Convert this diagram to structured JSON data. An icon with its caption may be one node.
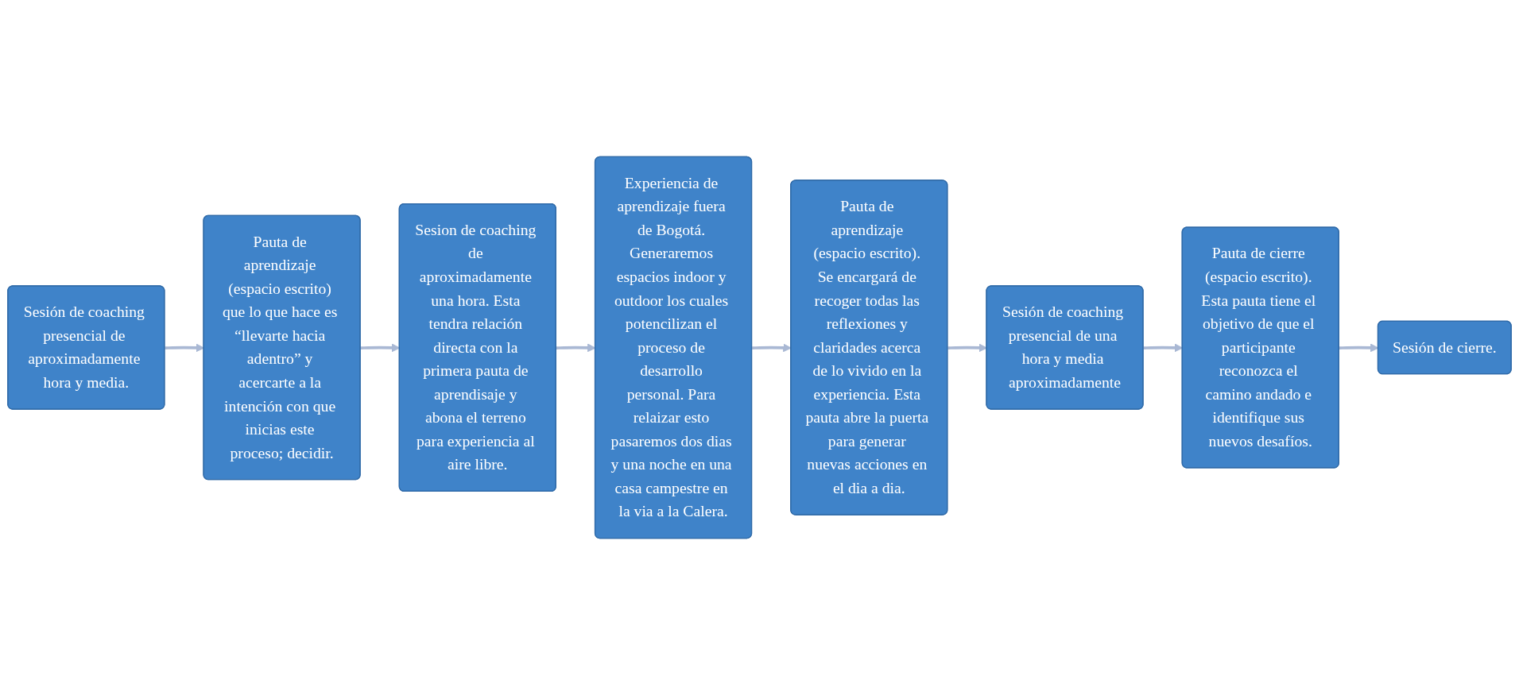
{
  "diagram": {
    "nodes": [
      {
        "text": [
          "Sesión de coaching presencial de aproximadamente hora y media."
        ]
      },
      {
        "text": [
          "Pauta de aprendizaje (espacio escrito) que lo que hace es “llevarte hacia adentro” y acercarte a la intención con que inicias este proceso; decidir."
        ]
      },
      {
        "text": [
          "Sesion de coaching de aproximadamente una hora. Esta tendra relación directa con la primera pauta de aprendisaje y abona el terreno para experiencia al aire libre."
        ]
      },
      {
        "text": [
          "Experiencia de aprendizaje fuera de Bogotá. Generaremos espacios indoor y outdoor los cuales potencilizan el proceso de desarrollo personal. Para relaizar esto pasaremos dos dias y una noche en una casa campestre en la via a la Calera."
        ]
      },
      {
        "text": [
          "Pauta de aprendizaje (espacio escrito). Se encargará de recoger todas las reflexiones y claridades acerca de lo vivido en la experiencia. Esta pauta abre la puerta para generar nuevas acciones en el dia a dia."
        ]
      },
      {
        "text": [
          "Sesión de coaching presencial de una hora y media aproximadamente"
        ]
      },
      {
        "text": [
          "Pauta de cierre (espacio escrito). Esta pauta tiene el objetivo de que el participante reconozca el camino andado e identifique sus nuevos desafíos."
        ]
      },
      {
        "text": [
          "Sesión de cierre."
        ]
      }
    ],
    "edges": [
      {
        "from": 0,
        "to": 1,
        "arrow": "to"
      },
      {
        "from": 1,
        "to": 2,
        "arrow": "to"
      },
      {
        "from": 2,
        "to": 3,
        "arrow": "to"
      },
      {
        "from": 3,
        "to": 4,
        "arrow": "to"
      },
      {
        "from": 4,
        "to": 5,
        "arrow": "to"
      },
      {
        "from": 5,
        "to": 6,
        "arrow": "to"
      },
      {
        "from": 6,
        "to": 7,
        "arrow": "to"
      }
    ]
  }
}
